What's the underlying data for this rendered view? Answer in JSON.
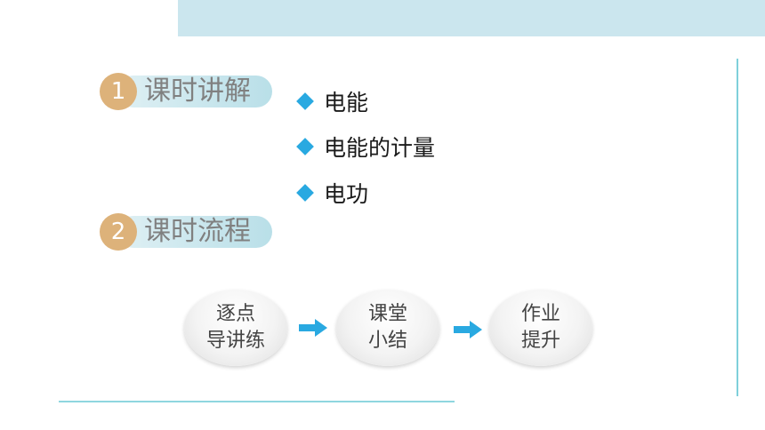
{
  "sections": [
    {
      "number": "1",
      "title": "课时讲解"
    },
    {
      "number": "2",
      "title": "课时流程"
    }
  ],
  "topics": [
    "电能",
    "电能的计量",
    "电功"
  ],
  "flow": [
    {
      "line1": "逐点",
      "line2": "导讲练"
    },
    {
      "line1": "课堂",
      "line2": "小结"
    },
    {
      "line1": "作业",
      "line2": "提升"
    }
  ],
  "colors": {
    "accent_blue": "#29a9e1",
    "number_badge": "#ddb27a",
    "heading_text": "#808080",
    "band": "#cbe6ee",
    "rule": "#7fd0db"
  },
  "icons": {
    "bullet": "diamond-bullet-icon",
    "flow_arrow": "right-arrow-icon"
  }
}
